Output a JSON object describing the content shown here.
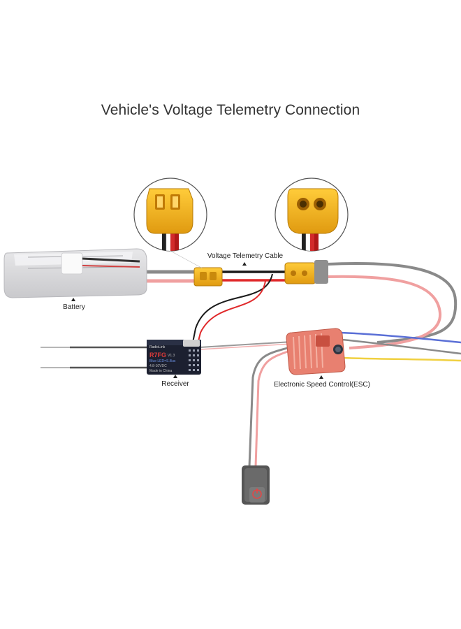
{
  "title": "Vehicle's Voltage Telemetry Connection",
  "labels": {
    "cable": "Voltage Telemetry Cable",
    "battery": "Battery",
    "receiver": "Receiver",
    "esc": "Electronic Speed Control(ESC)"
  },
  "receiver_print": {
    "brand": "RadioLink",
    "model": "R7FG",
    "version": "V1.3",
    "led": "Blue LED=S.Bus",
    "voltage": "4.8-10VDC",
    "origin": "Made in China"
  },
  "colors": {
    "wire_red": "#e0282a",
    "wire_black": "#1a1a1a",
    "wire_grey": "#8a8a8a",
    "wire_pink": "#f0a0a0",
    "wire_blue": "#5a6fd6",
    "wire_yellow": "#f0d040",
    "connector_yellow": "#f2b21c",
    "esc_red": "#e88070"
  }
}
